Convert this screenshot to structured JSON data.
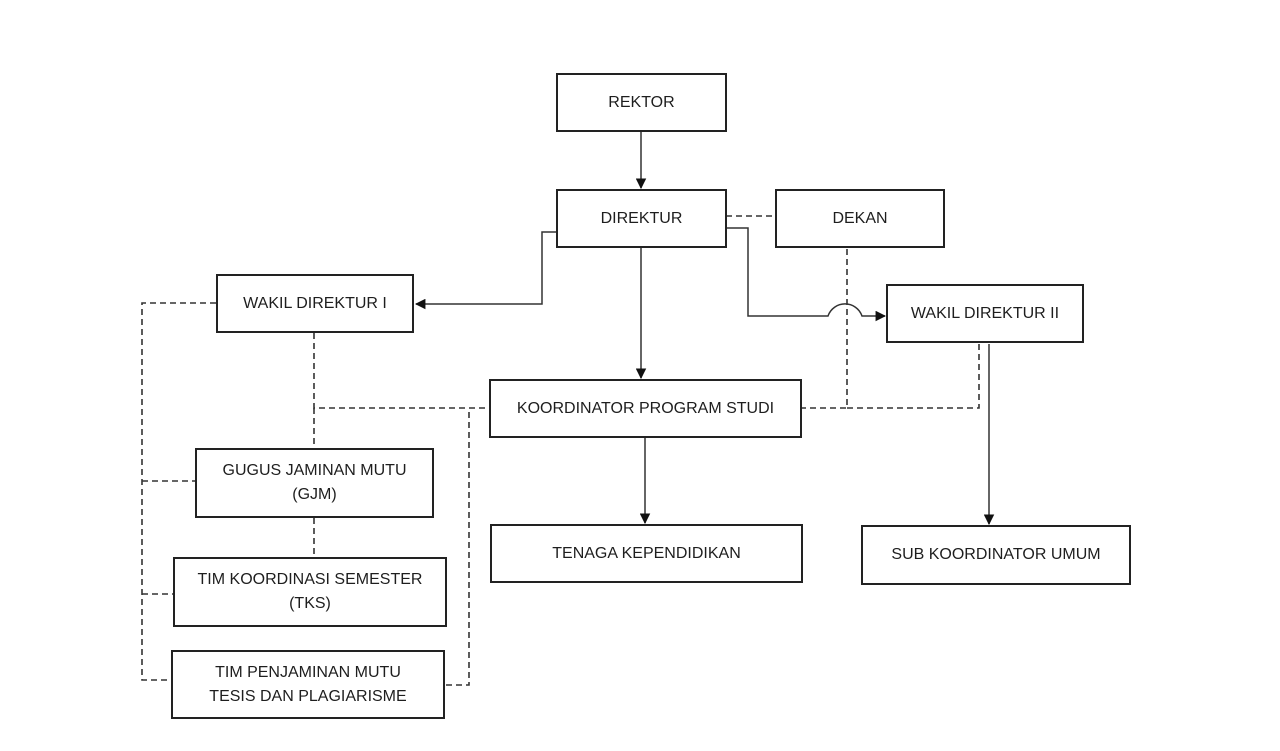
{
  "title": "Struktur Organisasi",
  "nodes": {
    "rektor": "REKTOR",
    "direktur": "DIREKTUR",
    "dekan": "DEKAN",
    "wakil_direktur_1": "WAKIL DIREKTUR I",
    "wakil_direktur_2": "WAKIL DIREKTUR II",
    "koordinator_prodi": "KOORDINATOR PROGRAM STUDI",
    "gjm": "GUGUS JAMINAN MUTU\n(GJM)",
    "tks": "TIM KOORDINASI SEMESTER\n(TKS)",
    "tim_penjaminan": "TIM PENJAMINAN MUTU\nTESIS DAN PLAGIARISME",
    "tenaga_kependidikan": "TENAGA KEPENDIDIKAN",
    "sub_koordinator_umum": "SUB KOORDINATOR UMUM"
  },
  "relations": [
    {
      "from": "rektor",
      "to": "direktur",
      "type": "command"
    },
    {
      "from": "direktur",
      "to": "dekan",
      "type": "coordination"
    },
    {
      "from": "direktur",
      "to": "wakil_direktur_1",
      "type": "command"
    },
    {
      "from": "direktur",
      "to": "wakil_direktur_2",
      "type": "command"
    },
    {
      "from": "direktur",
      "to": "koordinator_prodi",
      "type": "command"
    },
    {
      "from": "koordinator_prodi",
      "to": "tenaga_kependidikan",
      "type": "command"
    },
    {
      "from": "wakil_direktur_2",
      "to": "sub_koordinator_umum",
      "type": "command"
    },
    {
      "from": "dekan",
      "to": "koordinator_prodi",
      "type": "coordination"
    },
    {
      "from": "wakil_direktur_2",
      "to": "koordinator_prodi",
      "type": "coordination"
    },
    {
      "from": "wakil_direktur_1",
      "to": "koordinator_prodi",
      "type": "coordination"
    },
    {
      "from": "wakil_direktur_1",
      "to": "gjm",
      "type": "coordination"
    },
    {
      "from": "gjm",
      "to": "tks",
      "type": "coordination"
    },
    {
      "from": "wakil_direktur_1",
      "to": "tks",
      "type": "coordination"
    },
    {
      "from": "wakil_direktur_1",
      "to": "tim_penjaminan",
      "type": "coordination"
    },
    {
      "from": "koordinator_prodi",
      "to": "tim_penjaminan",
      "type": "coordination"
    }
  ]
}
